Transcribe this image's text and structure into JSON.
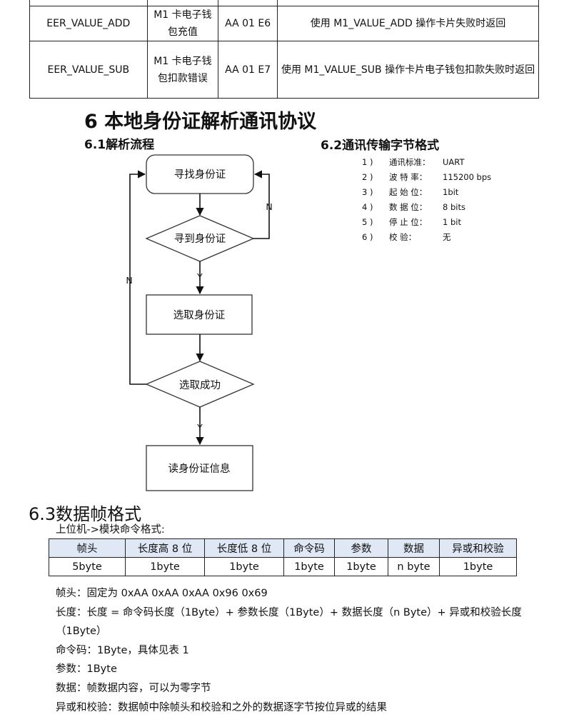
{
  "error_table": {
    "rows": [
      {
        "code_name": "EER_VALUE_ADD",
        "desc": "M1 卡电子钱包充值",
        "value": "AA 01 E6",
        "remark": "使用 M1_VALUE_ADD 操作卡片失败时返回"
      },
      {
        "code_name": "EER_VALUE_SUB",
        "desc": "M1 卡电子钱包扣款错误",
        "value": "AA 01 E7",
        "remark": "使用 M1_VALUE_SUB 操作卡片电子钱包扣款失败时返回"
      }
    ]
  },
  "section6": {
    "title": "6 本地身份证解析通讯协议"
  },
  "section61": {
    "title": "6.1解析流程"
  },
  "flowchart": {
    "find_box": "寻找身份证",
    "found_diamond": "寻到身份证",
    "select_box": "选取身份证",
    "select_ok_diamond": "选取成功",
    "read_box": "读身份证信息",
    "yes_label": "Y",
    "no_label": "N"
  },
  "section62": {
    "title": "6.2通讯传输字节格式",
    "params": [
      {
        "num": "1 )",
        "key": "通讯标准：",
        "value": "UART"
      },
      {
        "num": "2 )",
        "key": "波 特 率：",
        "value": "115200 bps"
      },
      {
        "num": "3 )",
        "key": "起 始 位：",
        "value": "1bit"
      },
      {
        "num": "4 )",
        "key": "数 据 位：",
        "value": "8 bits"
      },
      {
        "num": "5 )",
        "key": "停 止 位：",
        "value": "1 bit"
      },
      {
        "num": "6 )",
        "key": "校    验：",
        "value": "无"
      }
    ]
  },
  "section63": {
    "title": "6.3数据帧格式",
    "intro": "上位机->模块命令格式:",
    "headers": [
      "帧头",
      "长度高 8 位",
      "长度低 8 位",
      "命令码",
      "参数",
      "数据",
      "异或和校验"
    ],
    "values": [
      "5byte",
      "1byte",
      "1byte",
      "1byte",
      "1byte",
      "n byte",
      "1byte"
    ],
    "desc_lines": [
      "帧头：固定为 0xAA 0xAA 0xAA 0x96 0x69",
      "长度：长度 = 命令码长度（1Byte）+ 参数长度（1Byte）+ 数据长度（n Byte）+ 异或和校验长度（1Byte）",
      "命令码：1Byte，具体见表 1",
      "参数：1Byte",
      "数据：帧数据内容，可以为零字节",
      "异或和校验：数据帧中除帧头和校验和之外的数据逐字节按位异或的结果"
    ]
  }
}
